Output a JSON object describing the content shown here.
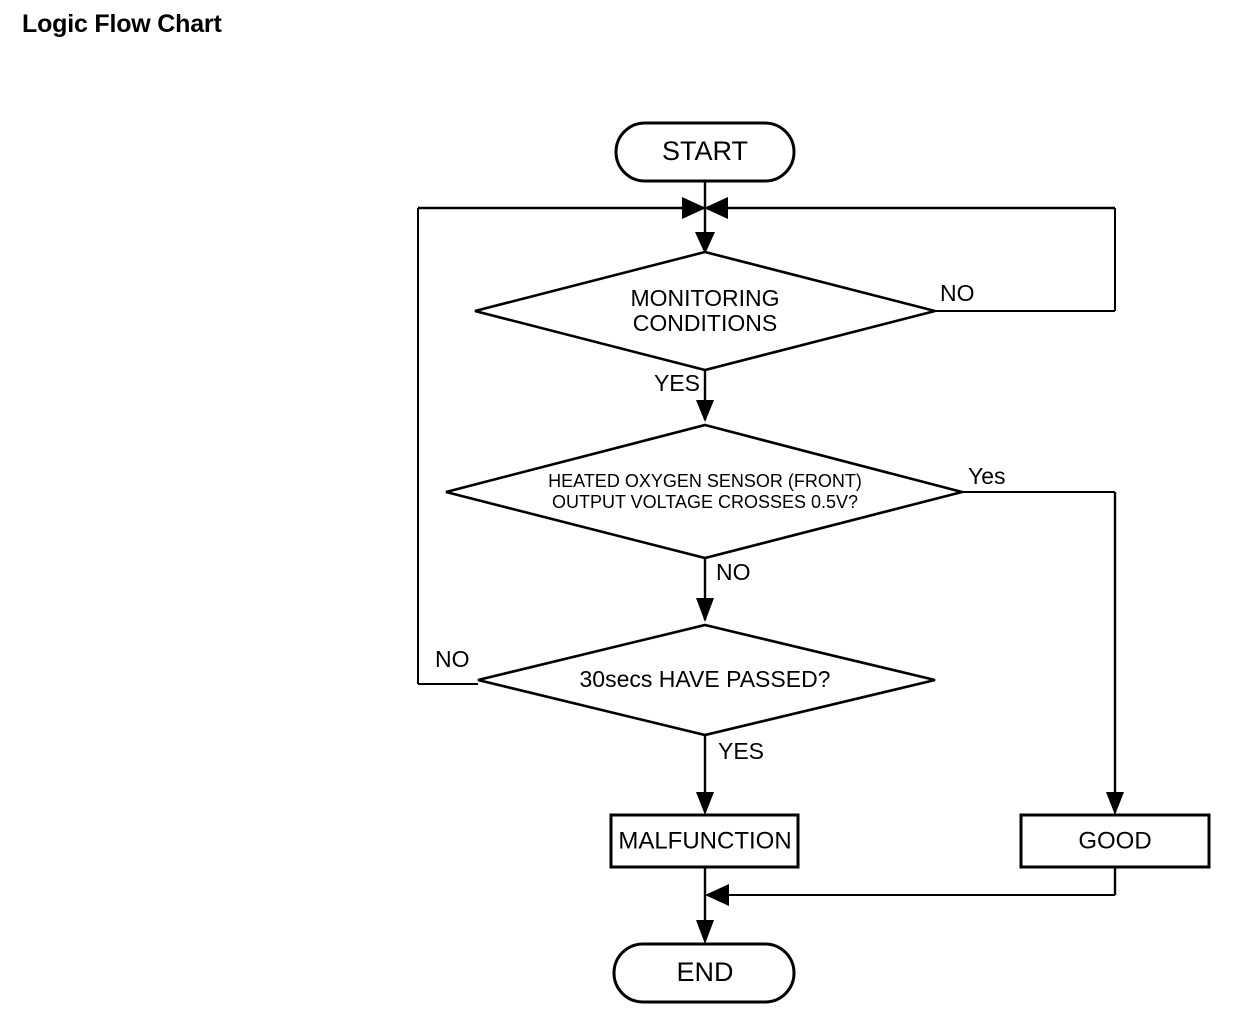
{
  "page": {
    "title": "Logic Flow Chart",
    "background_color": "#ffffff",
    "stroke_color": "#000000"
  },
  "chart_data": {
    "type": "diagram",
    "diagram_kind": "flowchart",
    "title": "Logic Flow Chart",
    "nodes": [
      {
        "id": "start",
        "shape": "terminator",
        "text": "START"
      },
      {
        "id": "monitoring",
        "shape": "decision",
        "text": "MONITORING CONDITIONS",
        "lines": [
          "MONITORING",
          "CONDITIONS"
        ]
      },
      {
        "id": "o2sensor",
        "shape": "decision",
        "text": "HEATED OXYGEN SENSOR (FRONT) OUTPUT VOLTAGE CROSSES 0.5V?",
        "lines": [
          "HEATED OXYGEN SENSOR (FRONT)",
          "OUTPUT VOLTAGE CROSSES 0.5V?"
        ]
      },
      {
        "id": "timer",
        "shape": "decision",
        "text": "30secs HAVE PASSED?",
        "lines": [
          "30secs HAVE PASSED?"
        ]
      },
      {
        "id": "malfunction",
        "shape": "process",
        "text": "MALFUNCTION"
      },
      {
        "id": "good",
        "shape": "process",
        "text": "GOOD"
      },
      {
        "id": "end",
        "shape": "terminator",
        "text": "END"
      }
    ],
    "edges": [
      {
        "from": "start",
        "to": "monitoring",
        "label": ""
      },
      {
        "from": "monitoring",
        "to": "o2sensor",
        "label": "YES"
      },
      {
        "from": "monitoring",
        "to": "monitoring",
        "label": "NO",
        "note": "loops back to the junction above the MONITORING CONDITIONS decision"
      },
      {
        "from": "o2sensor",
        "to": "timer",
        "label": "NO"
      },
      {
        "from": "o2sensor",
        "to": "good",
        "label": "Yes"
      },
      {
        "from": "timer",
        "to": "malfunction",
        "label": "YES"
      },
      {
        "from": "timer",
        "to": "monitoring",
        "label": "NO",
        "note": "loops back to the junction above the MONITORING CONDITIONS decision"
      },
      {
        "from": "malfunction",
        "to": "end",
        "label": ""
      },
      {
        "from": "good",
        "to": "end",
        "label": ""
      }
    ],
    "labels": {
      "monitoring_no": "NO",
      "monitoring_yes": "YES",
      "o2sensor_yes": "Yes",
      "o2sensor_no": "NO",
      "timer_no": "NO",
      "timer_yes": "YES"
    }
  }
}
